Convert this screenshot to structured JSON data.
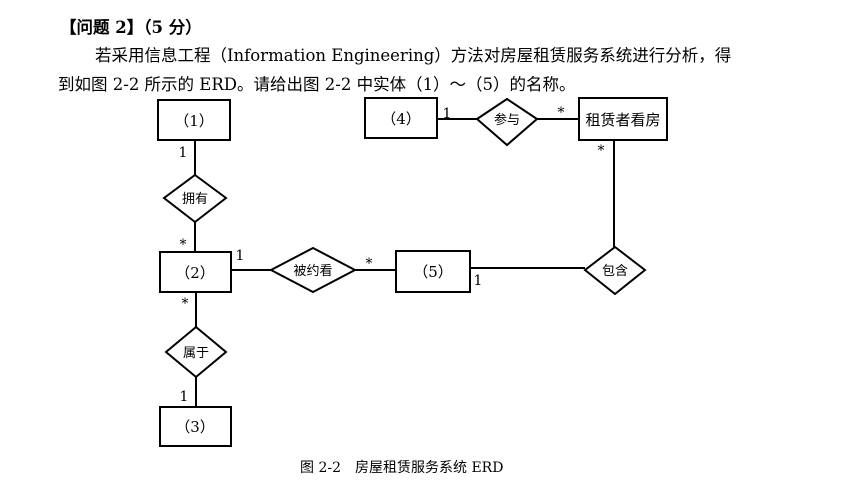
{
  "question": {
    "heading": "【问题 2】（5 分）",
    "line1": "若采用信息工程（Information Engineering）方法对房屋租赁服务系统进行分析，得",
    "line2": "到如图 2-2 所示的 ERD。请给出图 2-2 中实体（1）～（5）的名称。"
  },
  "diagram": {
    "entities": {
      "e1": "（1）",
      "e2": "（2）",
      "e3": "（3）",
      "e4": "（4）",
      "e5": "（5）",
      "e6": "租赁者看房"
    },
    "relationships": {
      "r1": "拥有",
      "r2": "被约看",
      "r3": "属于",
      "r4": "参与",
      "r5": "包含"
    },
    "cardinality": {
      "one": "1",
      "many": "*"
    },
    "caption": "图 2-2　房屋租赁服务系统 ERD"
  }
}
